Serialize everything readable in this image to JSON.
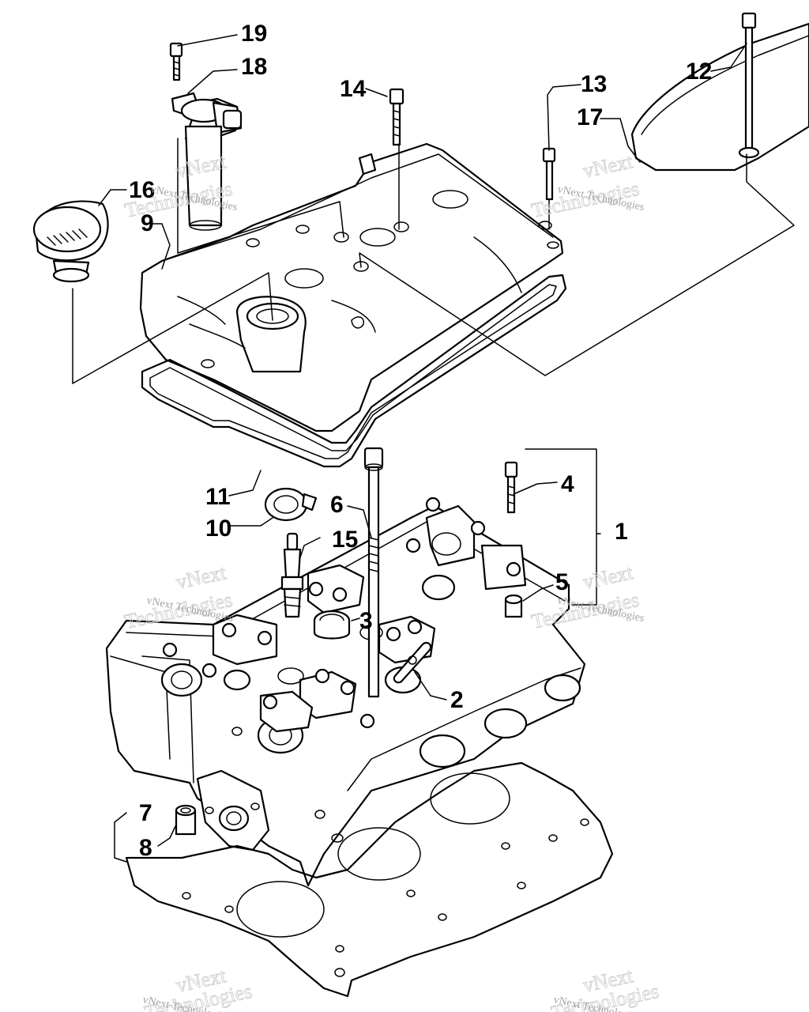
{
  "callouts": [
    {
      "id": "1",
      "label": "1"
    },
    {
      "id": "2",
      "label": "2"
    },
    {
      "id": "3",
      "label": "3"
    },
    {
      "id": "4",
      "label": "4"
    },
    {
      "id": "5",
      "label": "5"
    },
    {
      "id": "6",
      "label": "6"
    },
    {
      "id": "7",
      "label": "7"
    },
    {
      "id": "8",
      "label": "8"
    },
    {
      "id": "9",
      "label": "9"
    },
    {
      "id": "10",
      "label": "10"
    },
    {
      "id": "11",
      "label": "11"
    },
    {
      "id": "12",
      "label": "12"
    },
    {
      "id": "13",
      "label": "13"
    },
    {
      "id": "14",
      "label": "14"
    },
    {
      "id": "15",
      "label": "15"
    },
    {
      "id": "16",
      "label": "16"
    },
    {
      "id": "17",
      "label": "17"
    },
    {
      "id": "18",
      "label": "18"
    },
    {
      "id": "19",
      "label": "19"
    }
  ],
  "watermark": {
    "brand_top": "vNext",
    "brand_bottom": "Technologies",
    "brand_small": "vNext Technologies"
  },
  "colors": {
    "ink": "#000000",
    "paper": "#ffffff",
    "watermark": "#c8c8c8"
  }
}
